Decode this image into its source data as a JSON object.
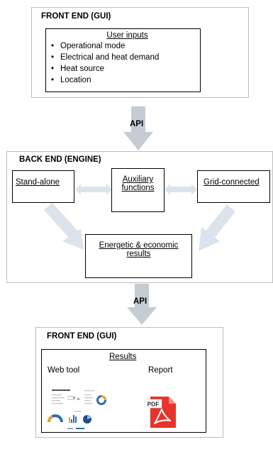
{
  "top_frontend": {
    "title": "FRONT END (GUI)",
    "heading": "User inputs",
    "items": [
      "Operational mode",
      "Electrical and heat demand",
      "Heat source",
      "Location"
    ]
  },
  "api_top": "API",
  "backend": {
    "title": "BACK END (ENGINE)",
    "standalone": "Stand-alone",
    "auxiliary": [
      "Auxiliary",
      "functions"
    ],
    "grid": "Grid-connected",
    "results": [
      "Energetic & economic",
      "results"
    ]
  },
  "api_bottom": "API",
  "bottom_frontend": {
    "title": "FRONT END (GUI)",
    "heading": "Results",
    "webtool": "Web tool",
    "report": "Report",
    "pdf_badge": "PDF"
  },
  "colors": {
    "arrow": "#c6ccd4",
    "pale_arrow": "#dce3ec",
    "pdf_red": "#e8322b",
    "border": "#bdbdbd"
  }
}
